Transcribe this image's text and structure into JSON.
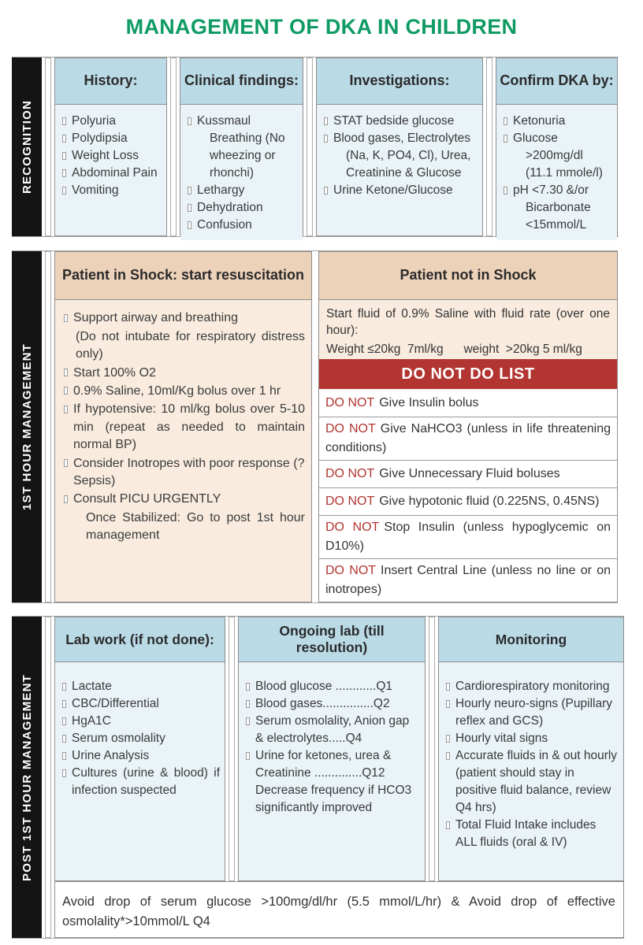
{
  "title": "MANAGEMENT OF DKA IN CHILDREN",
  "colors": {
    "title_green": "#0f9b63",
    "header_blue": "#badae6",
    "body_blue": "#eaf3f7",
    "header_tan": "#edd2ba",
    "body_tan": "#f9ecdf",
    "banner_red": "#b23531",
    "do_not_red": "#b23531",
    "sidebar_black": "#141414"
  },
  "sections": [
    {
      "label": "RECOGNITION",
      "columns": [
        {
          "header": "History:",
          "items": [
            {
              "t": "Polyuria"
            },
            {
              "t": "Polydipsia"
            },
            {
              "t": "Weight Loss"
            },
            {
              "t": "Abdominal Pain"
            },
            {
              "t": "Vomiting"
            }
          ]
        },
        {
          "header": "Clinical findings:",
          "items": [
            {
              "t": "Kussmaul"
            },
            {
              "t": "Breathing (No",
              "nb": 1,
              "ind": 2
            },
            {
              "t": "wheezing or",
              "nb": 1,
              "ind": 2
            },
            {
              "t": "rhonchi)",
              "nb": 1,
              "ind": 2
            },
            {
              "t": "Lethargy"
            },
            {
              "t": "Dehydration"
            },
            {
              "t": "Confusion"
            }
          ]
        },
        {
          "header": "Investigations:",
          "items": [
            {
              "t": "STAT bedside glucose"
            },
            {
              "t": "Blood gases, Electrolytes"
            },
            {
              "t": "(Na, K, PO4, Cl), Urea,",
              "nb": 1,
              "ind": 2
            },
            {
              "t": "Creatinine & Glucose",
              "nb": 1,
              "ind": 2
            },
            {
              "t": "Urine Ketone/Glucose"
            }
          ]
        },
        {
          "header": "Confirm DKA by:",
          "items": [
            {
              "t": "Ketonuria"
            },
            {
              "t": "Glucose"
            },
            {
              "t": ">200mg/dl",
              "nb": 1,
              "ind": 2
            },
            {
              "t": "(11.1 mmole/l)",
              "nb": 1,
              "ind": 2
            },
            {
              "t": "pH <7.30 &/or"
            },
            {
              "t": "Bicarbonate",
              "nb": 1,
              "ind": 2
            },
            {
              "t": "<15mmol/L",
              "nb": 1,
              "ind": 2
            }
          ]
        }
      ]
    },
    {
      "label": "1ST HOUR MANAGEMENT",
      "shock": {
        "header": "Patient in Shock: start resuscitation",
        "items": [
          {
            "t": "Support airway and breathing"
          },
          {
            "t": "(Do not intubate for respiratory distress only)",
            "nb": 1,
            "ind": 1,
            "j": 1
          },
          {
            "t": "Start 100% O2"
          },
          {
            "t": "0.9% Saline, 10ml/Kg bolus over 1 hr"
          },
          {
            "t": "If hypotensive: 10 ml/kg bolus over 5-10 min (repeat as needed to maintain normal BP)",
            "j": 1
          },
          {
            "t": "Consider Inotropes with poor response (? Sepsis)"
          },
          {
            "t": "Consult PICU URGENTLY"
          },
          {
            "t": "Once Stabilized: Go to post 1st hour management",
            "nb": 1,
            "ind": 2,
            "j": 1
          }
        ]
      },
      "no_shock": {
        "header": "Patient not in Shock",
        "fluid_line1": "Start fluid of 0.9% Saline with fluid rate (over one hour):",
        "fluid_line2": "Weight ≤20kg  7ml/kg      weight  >20kg 5 ml/kg",
        "banner": "DO NOT DO LIST",
        "dont_items": [
          {
            "p": "DO NOT",
            "t": "Give Insulin bolus"
          },
          {
            "p": "DO NOT",
            "t": "Give NaHCO3 (unless in life threatening conditions)"
          },
          {
            "p": "DO NOT",
            "t": "Give Unnecessary Fluid boluses"
          },
          {
            "p": "DO NOT",
            "t": "Give hypotonic fluid (0.225NS, 0.45NS)"
          },
          {
            "p": "DO NOT",
            "t": "Stop Insulin (unless hypoglycemic on D10%)"
          },
          {
            "p": "DO NOT",
            "t": "Insert Central Line (unless no line or on inotropes)"
          }
        ]
      }
    },
    {
      "label": "POST 1ST HOUR MANAGEMENT",
      "columns": [
        {
          "header": "Lab work (if not done):",
          "items": [
            {
              "t": "Lactate"
            },
            {
              "t": "CBC/Differential"
            },
            {
              "t": "HgA1C"
            },
            {
              "t": "Serum osmolality"
            },
            {
              "t": "Urine Analysis"
            },
            {
              "t": "Cultures (urine & blood) if infection suspected",
              "j": 1
            }
          ]
        },
        {
          "header": "Ongoing lab (till resolution)",
          "items": [
            {
              "t": "Blood glucose ............Q1"
            },
            {
              "t": "Blood gases...............Q2"
            },
            {
              "t": "Serum osmolality, Anion gap & electrolytes.....Q4"
            },
            {
              "t": "Urine for ketones, urea & Creatinine ..............Q12"
            },
            {
              "t": "Decrease frequency if HCO3 significantly improved",
              "nb": 1
            }
          ]
        },
        {
          "header": "Monitoring",
          "items": [
            {
              "t": "Cardiorespiratory monitoring"
            },
            {
              "t": "Hourly neuro-signs (Pupillary reflex and GCS)"
            },
            {
              "t": "Hourly vital signs"
            },
            {
              "t": "Accurate fluids in & out hourly (patient should stay in positive fluid balance, review Q4 hrs)"
            },
            {
              "t": "Total Fluid Intake includes ALL fluids (oral & IV)"
            }
          ]
        }
      ],
      "note": "Avoid drop of serum glucose >100mg/dl/hr (5.5 mmol/L/hr) & Avoid drop of effective osmolality*>10mmol/L Q4"
    }
  ]
}
